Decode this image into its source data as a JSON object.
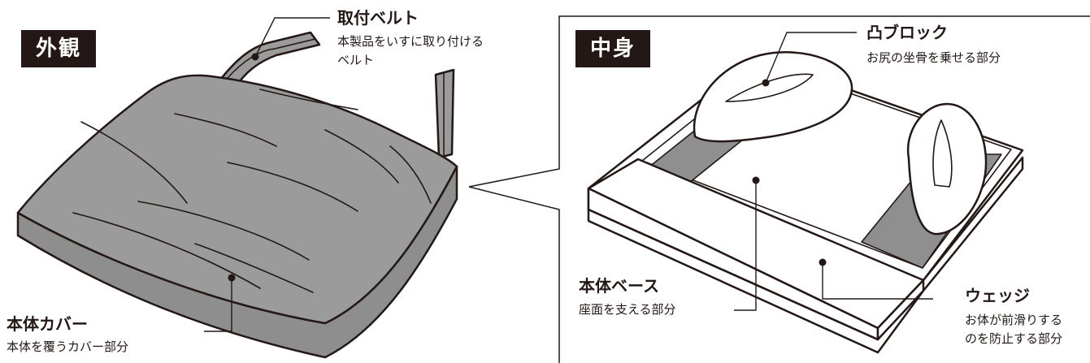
{
  "exterior": {
    "badge": "外観",
    "belt": {
      "title": "取付ベルト",
      "desc_line1": "本製品をいすに取り付ける",
      "desc_line2": "ベルト"
    },
    "cover": {
      "title": "本体カバー",
      "desc": "本体を覆うカバー部分"
    }
  },
  "interior": {
    "badge": "中身",
    "block": {
      "title": "凸ブロック",
      "desc": "お尻の坐骨を乗せる部分"
    },
    "base": {
      "title": "本体ベース",
      "desc": "座面を支える部分"
    },
    "wedge": {
      "title": "ウェッジ",
      "desc_line1": "お体が前滑りする",
      "desc_line2": "のを防止する部分"
    }
  },
  "colors": {
    "cover": "#9b9b9b",
    "pad_gray": "#8f8f8f",
    "ink": "#231815"
  }
}
